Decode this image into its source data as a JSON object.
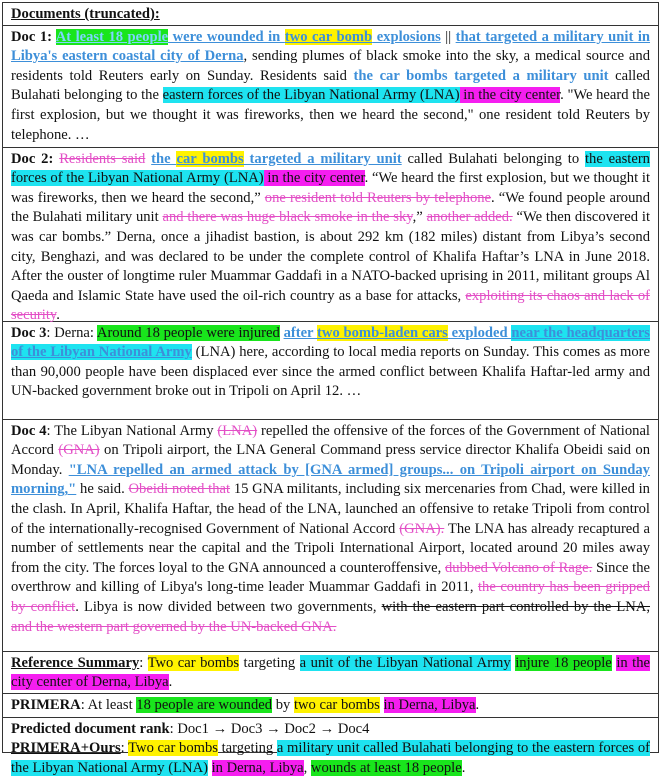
{
  "header": "Documents (truncated):",
  "doc1": {
    "label": "Doc 1",
    "s1": "At least 18 people",
    "s2": " were wounded in ",
    "s3": "two car bomb",
    "s4": " explosions",
    "s5": " || ",
    "s6": "that targeted a military unit in Libya's eastern coastal city of Derna",
    "s7": ", sending plumes of black smoke into the sky, a medical source and residents told Reuters early on Sunday. Residents said ",
    "s8": "the car bombs targeted a military unit",
    "s9": " called Bulahati belonging to the ",
    "s10": "eastern forces of the Libyan National Army (LNA)",
    "s11": " in the city center",
    "s12": ". \"We heard the first explosion, but we thought it was fireworks, then we heard the second,\" one resident told Reuters by telephone. …"
  },
  "doc2": {
    "label": "Doc 2",
    "s1": "Residents said",
    "s2": "the ",
    "s3": "car bombs",
    "s4": " targeted a military unit",
    "s5": " called Bulahati belonging to ",
    "s6": "the eastern forces of the Libyan National Army (LNA)",
    "s7": " in the city center",
    "s8": ". “We heard the first explosion, but we thought it was fireworks, then we heard the second,” ",
    "s9": "one resident told Reuters by telephone",
    "s10": ". “We found people around the Bulahati military unit ",
    "s11": "and there was huge black smoke in the sky",
    "s12": ",” ",
    "s13": "another added.",
    "s14": " “We then discovered it was car bombs.” Derna, once a jihadist bastion, is about 292 km (182 miles) distant from Libya’s second city, Benghazi, and was declared to be under the complete control of Khalifa Haftar’s LNA in June 2018. After the ouster of longtime ruler Muammar Gaddafi in a NATO-backed uprising in 2011, militant groups Al Qaeda and Islamic State have used the oil-rich country as a base for attacks, ",
    "s15": "exploiting its chaos and lack of security",
    "s16": "."
  },
  "doc3": {
    "label": "Doc 3",
    "s1": ": Derna: ",
    "s2": "Around 18 people were injured",
    "s3": "after ",
    "s4": "two bomb-laden cars",
    "s5": " exploded ",
    "s6": "near the headquarters of the Libyan National Army",
    "s7": " (LNA) here, according to local media reports on Sunday. This comes as more than 90,000 people have been displaced ever since the armed conflict between Khalifa Haftar-led army and UN-backed government broke out in Tripoli on April 12. …"
  },
  "doc4": {
    "label": "Doc 4",
    "s1": ": The Libyan National Army ",
    "s2": "(LNA)",
    "s3": " repelled the offensive of the forces of the Government of National Accord ",
    "s4": "(GNA)",
    "s5": " on Tripoli airport, the LNA General Command press service director Khalifa Obeidi said on Monday. ",
    "s6": "\"LNA repelled an armed attack by [GNA armed] groups... on Tripoli airport on Sunday morning,\"",
    "s7": " he said. ",
    "s8": "Obeidi noted that",
    "s9": " 15 GNA militants, including six mercenaries from Chad, were killed in the clash. In April, Khalifa Haftar, the head of the LNA, launched an offensive to retake Tripoli from control of the internationally-recognised Government of National Accord ",
    "s10": "(GNA).",
    "s11": " The LNA has already recaptured a number of settlements near the capital and the Tripoli International Airport, located around 20 miles away from the city. The forces loyal to the GNA announced a counteroffensive, ",
    "s12": "dubbed Volcano of Rage.",
    "s13": " Since the overthrow and killing of Libya's long-time leader Muammar Gaddafi in 2011, ",
    "s14": "the country has been gripped by conflict",
    "s15": ". Libya is now divided between two governments, ",
    "s16": "with the eastern part controlled by the LNA,",
    "s17": " ",
    "s18": "and the western part governed by the UN-backed GNA."
  },
  "reference": {
    "label": "Reference Summary",
    "s1": ": ",
    "s2": "Two car bombs",
    "s3": " targeting ",
    "s4": "a unit of the Libyan National Army",
    "s5": " ",
    "s6": "injure 18 people",
    "s7": " ",
    "s8": "in the city center of Derna, Libya",
    "s9": "."
  },
  "primera": {
    "label": "PRIMERA",
    "s1": ": At least ",
    "s2": "18 people are wounded",
    "s3": " by ",
    "s4": "two car bombs",
    "s5": " ",
    "s6": "in Derna, Libya",
    "s7": "."
  },
  "rank": {
    "label": "Predicted document rank",
    "value": ": Doc1  →  Doc3  →  Doc2  →  Doc4"
  },
  "ours": {
    "label": "PRIMERA+Ours",
    "s1": ": ",
    "s2": "Two car bombs",
    "s3": " targeting ",
    "s4": "a military unit called Bulahati belonging to the eastern forces of the Libyan National Army (LNA)",
    "s5": " ",
    "s6": "in Derna, Libya",
    "s7": ", ",
    "s8": "wounds at least 18 people",
    "s9": "."
  },
  "colors": {
    "green": "#19e51c",
    "yellow": "#fff200",
    "cyan": "#1ee3f0",
    "magenta": "#f51ef0",
    "blue": "#3d8fd9",
    "pink-strike": "#e34fc6"
  }
}
